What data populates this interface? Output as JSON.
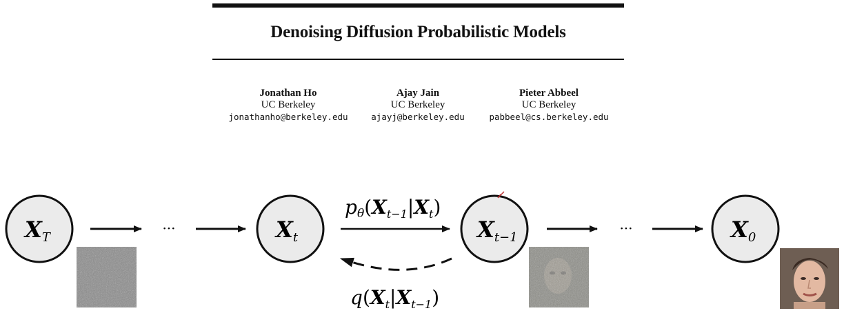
{
  "paper": {
    "title": "Denoising Diffusion Probabilistic Models",
    "authors": [
      {
        "name": "Jonathan Ho",
        "affiliation": "UC Berkeley",
        "email": "jonathanho@berkeley.edu"
      },
      {
        "name": "Ajay Jain",
        "affiliation": "UC Berkeley",
        "email": "ajayj@berkeley.edu"
      },
      {
        "name": "Pieter Abbeel",
        "affiliation": "UC Berkeley",
        "email": "pabbeel@cs.berkeley.edu"
      }
    ]
  },
  "diagram": {
    "nodes": [
      {
        "var": "X",
        "sub": "T"
      },
      {
        "var": "X",
        "sub": "t"
      },
      {
        "var": "X",
        "sub": "t−1"
      },
      {
        "var": "X",
        "sub": "0"
      }
    ],
    "ellipsis": "···",
    "reverse_label": {
      "p": "p",
      "theta": "θ",
      "open": "(",
      "x1": "X",
      "x1_sub": "t−1",
      "bar": "|",
      "x2": "X",
      "x2_sub": "t",
      "close": ")"
    },
    "forward_label": {
      "q": "q",
      "open": "(",
      "x1": "X",
      "x1_sub": "t",
      "bar": "|",
      "x2": "X",
      "x2_sub": "t−1",
      "close": ")"
    },
    "colors": {
      "node_fill": "#ebebeb",
      "stroke": "#111111"
    }
  }
}
